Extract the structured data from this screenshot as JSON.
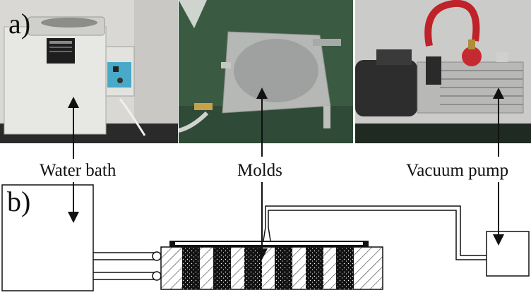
{
  "panel_a_label": "a)",
  "panel_b_label": "b)",
  "captions": {
    "water_bath": "Water bath",
    "molds": "Molds",
    "vacuum_pump": "Vacuum pump"
  },
  "colors": {
    "photo_water_bath_bg": "#d7d6d2",
    "photo_molds_bg": "#3d5b43",
    "photo_pump_bg": "#c9c9c7",
    "pump_hose": "#c0242a",
    "line": "#111111"
  }
}
